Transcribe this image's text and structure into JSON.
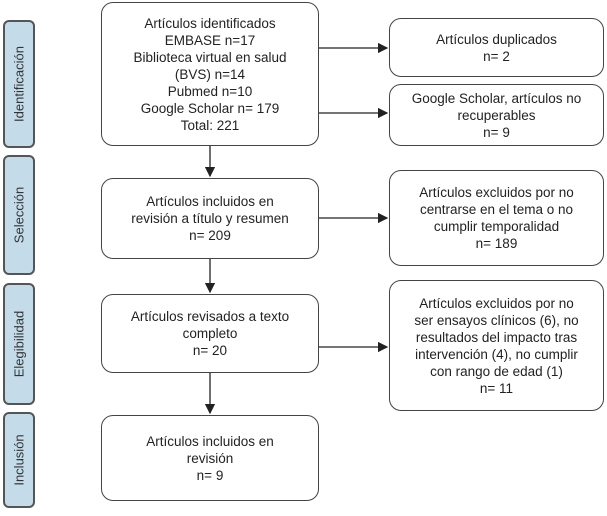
{
  "stages": [
    "Identificación",
    "Selección",
    "Elegibilidad",
    "Inclusión"
  ],
  "main_boxes": [
    [
      "Artículos identificados",
      "EMBASE n=17",
      "Biblioteca virtual en salud",
      "(BVS) n=14",
      "Pubmed n=10",
      "Google Scholar n= 179",
      "Total: 221"
    ],
    [
      "Artículos incluidos en",
      "revisión a título y resumen",
      "n= 209"
    ],
    [
      "Artículos revisados a texto",
      "completo",
      "n= 20"
    ],
    [
      "Artículos incluidos en",
      "revisión",
      "n= 9"
    ]
  ],
  "side_boxes": [
    [
      "Artículos duplicados",
      "n= 2"
    ],
    [
      "Google Scholar, artículos no",
      "recuperables",
      "n= 9"
    ],
    [
      "Artículos excluidos por no",
      "centrarse en el tema o no",
      "cumplir temporalidad",
      "n= 189"
    ],
    [
      "Artículos excluidos por no",
      "ser ensayos clínicos (6), no",
      "resultados del impacto tras",
      "intervención (4), no cumplir",
      "con rango de edad (1)",
      "n= 11"
    ]
  ]
}
